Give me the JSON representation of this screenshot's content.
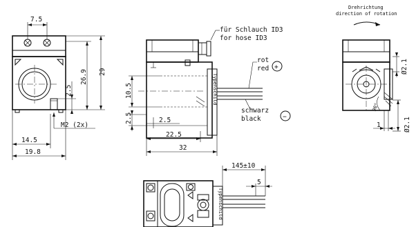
{
  "front_view": {
    "dim_width_top": "7.5",
    "dim_height_outer": "29",
    "dim_height_inner": "26.9",
    "dim_hole_offset": "2.5",
    "thread_label": "M2 (2x)",
    "dim_width_mid": "14.5",
    "dim_width_total": "19.8"
  },
  "side_view": {
    "hose_label_de": "für Schlauch ID3",
    "hose_label_en": "for hose     ID3",
    "red_label_de": "rot",
    "red_label_en": "red",
    "red_symbol": "+",
    "black_label_de": "schwarz",
    "black_label_en": "black",
    "black_symbol": "−",
    "dim_height_mid": "10.5",
    "dim_height_low": "2.5",
    "dim_offset_low": "2.5",
    "dim_width_inner": "22.5",
    "dim_width_total": "32",
    "plate_text": "Typenschild"
  },
  "rotation_view": {
    "rotation_label_de": "Drehrichtung",
    "rotation_label_en": "direction of rotation",
    "dim_shaft_top": "Ø2.1",
    "dim_shaft_bottom": "Ø2.1",
    "dim_angle": "90°",
    "dim_step": "1"
  },
  "bottom_view": {
    "dim_cable_length": "145±10",
    "dim_strip_length": "5",
    "plate_text": "Typenschild"
  }
}
